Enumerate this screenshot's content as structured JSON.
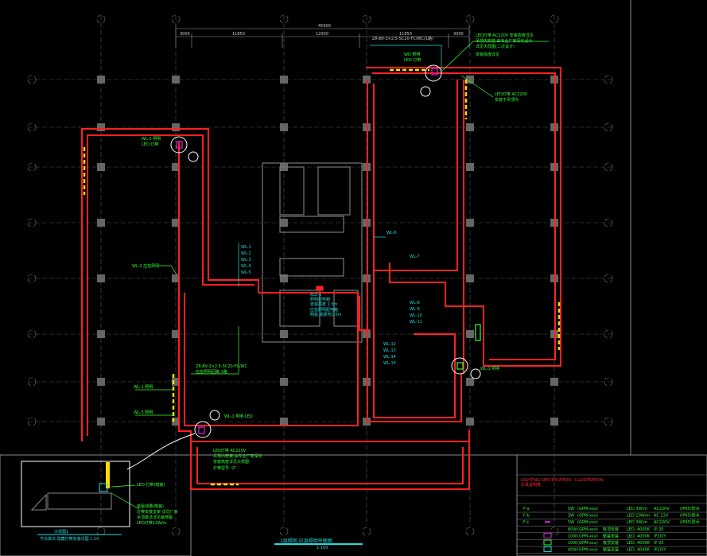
{
  "drawing": {
    "title": "1层照明 应急照明平面图",
    "scale": "1:100",
    "colors": {
      "wall": "#ff2020",
      "grid": "#777777",
      "annotation": "#33ff33",
      "label": "#22dddd",
      "fixture": "#ffdd00",
      "accent": "#dd22dd"
    }
  },
  "dimensions": {
    "overall": "45900",
    "segments": [
      "3000",
      "11850",
      "12000",
      "11850",
      "3000"
    ]
  },
  "annotations": {
    "top_cable": "ZR-BV-3×2.5-SC20-FC/WC(1路)",
    "top_fixture": [
      "WD 照明",
      "LED 灯带"
    ],
    "top_right_note": [
      "LED灯带 AC220V 安装高度详见",
      "吊顶内安装,由专业厂家深化设计",
      "详见大样图(二次设计)",
      "安装高度详见"
    ],
    "right_note": [
      "LED灯带 AC220V",
      "安装于吊顶内"
    ],
    "left_fixture": [
      "WL-1 照明",
      "LED 灯带"
    ],
    "left_mid": "WL-2 应急照明",
    "left_low_1": "WL-1 照明",
    "left_low_2": "WL-3 照明",
    "center_cable": [
      "ZR-BV-3×2.5-SC20-FC/WC",
      "应急照明回路 1路"
    ],
    "bottom_cable": "WL-1 照明 LED",
    "bottom_note": [
      "LED灯带 AC220V",
      "吊顶内安装,由专业厂家深化",
      "安装高度详见大样图",
      "灯带型号: LT"
    ],
    "core_panel": [
      "ALE-1",
      "照明配电箱",
      "安装高度 1.5m",
      "应急照明配电箱",
      "明装,底距地1.5m"
    ],
    "right_fixture": "WL-1 照明"
  },
  "circuit_labels": {
    "left_stack": [
      "WL-1",
      "WL-2",
      "WL-3",
      "WL-4",
      "WL-5"
    ],
    "mid_1": "WL-6",
    "mid_2": "WL-7",
    "right_stack": [
      "WL-8",
      "WL-9",
      "WL-10",
      "WL-11"
    ],
    "low_stack": [
      "WL-12",
      "WL-13",
      "WL-14",
      "WL-15"
    ]
  },
  "detail": {
    "title": "大样图1",
    "subtitle": "节点做法 隐藏灯带安装详图  1:10",
    "notes": [
      "LED 灯带(暗装)",
      "金属线槽(暗装)",
      "灯带安装支架 详见厂家",
      "吊顶做法详见装修图",
      "LED灯带12W/m"
    ]
  },
  "legend": {
    "title": "LIGHTING SPECIFICATION - ILLUSTRATION",
    "subtitle": "灯具说明表",
    "rows": [
      {
        "code": "F-a",
        "sym": "",
        "power": "5W",
        "model": "(GPM-xxx)",
        "desc": "",
        "lamp": "LED 3W/m",
        "volt": "AC220V",
        "ip": "(IP65)防水"
      },
      {
        "code": "F-b",
        "sym": "",
        "power": "3W",
        "model": "(GPM-xxx)",
        "desc": "",
        "lamp": "LED 10W/m",
        "volt": "AC 12V",
        "ip": "(IP65)防水"
      },
      {
        "code": "F-c",
        "sym": "bar",
        "power": "5W",
        "model": "(GPM-xxx)",
        "desc": "",
        "lamp": "LED 3W/m",
        "volt": "AC220V",
        "ip": "(IP65)防水"
      },
      {
        "code": "",
        "sym": "",
        "power": "60W",
        "model": "(GPM-xxx)",
        "desc": "吸顶安装",
        "lamp": "LED, 4000K",
        "volt": "IP 20",
        "ip": ""
      },
      {
        "code": "",
        "sym": "box-magenta",
        "power": "10W",
        "model": "(GPM-xxx)",
        "desc": "壁装安装",
        "lamp": "LED, 4000K",
        "volt": "IP20/Y",
        "ip": ""
      },
      {
        "code": "",
        "sym": "box-green",
        "power": "10W",
        "model": "(GPM-xxx)",
        "desc": "吸顶安装",
        "lamp": "LED, 4000K",
        "volt": "IP 20",
        "ip": ""
      },
      {
        "code": "",
        "sym": "box-cyan",
        "power": "40W",
        "model": "(GPM-xxx)",
        "desc": "壁装安装",
        "lamp": "LED, 4000K",
        "volt": "IP20/Y",
        "ip": ""
      }
    ]
  }
}
